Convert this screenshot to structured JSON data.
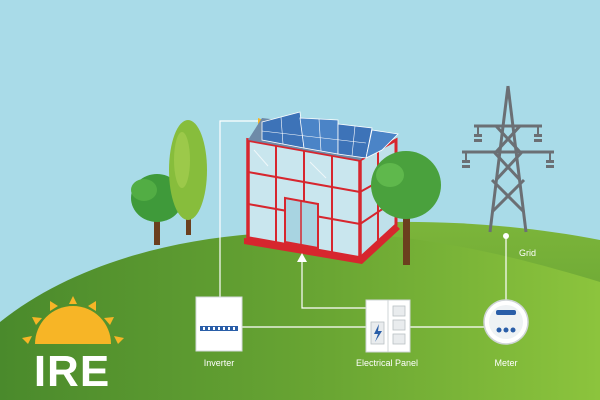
{
  "diagram": {
    "labels": {
      "inverter": "Inverter",
      "electrical_panel": "Electrical Panel",
      "meter": "Meter",
      "grid": "Grid"
    },
    "logo": {
      "text": "IRE"
    }
  },
  "colors": {
    "sky": "#a9dbe8",
    "hill_dark": "#4f8f2e",
    "hill_light": "#84bb3a",
    "building_frame": "#d7262e",
    "glass": "#c9e6ee",
    "solar_panel": "#3d73b8",
    "tower": "#6b6f74",
    "sun": "#f7b526",
    "connector_line": "#ffffff"
  },
  "icons": [
    "sun-logo-icon",
    "lightning-icon",
    "meter-dial-icon",
    "transmission-tower-icon",
    "solar-panel-icon",
    "tree-icon"
  ]
}
